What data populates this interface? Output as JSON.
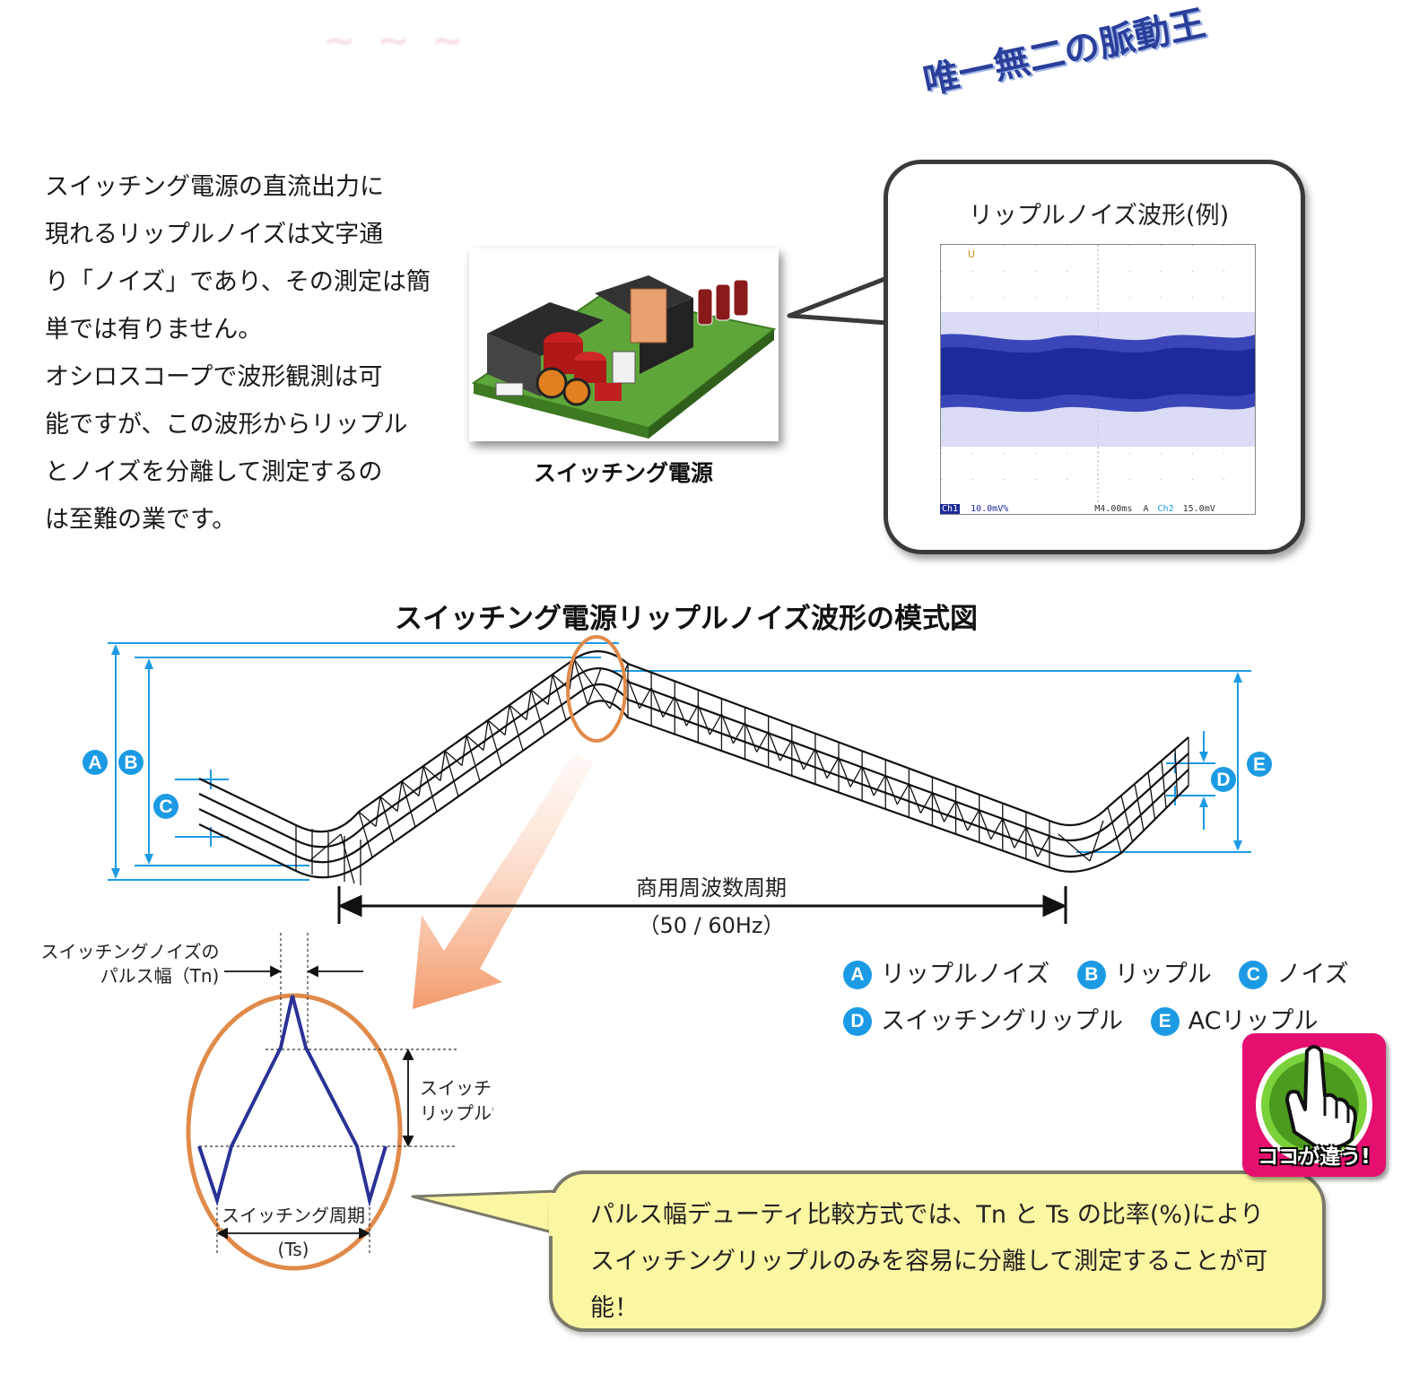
{
  "header": {
    "tagline": "唯一無二の脈動王"
  },
  "intro": {
    "lines": [
      "スイッチング電源の直流出力に",
      "現れるリップルノイズは文字通",
      "り「ノイズ」であり、その測定は簡",
      "単では有りません。",
      "オシロスコープで波形観測は可",
      "能ですが、この波形からリップル",
      "とノイズを分離して測定するの",
      "は至難の業です。"
    ]
  },
  "product": {
    "caption": "スイッチング電源"
  },
  "scope_bubble": {
    "title": "リップルノイズ波形(例)",
    "status": {
      "channel": "Ch1",
      "scale": "10.0mV%",
      "time": "M4.00ms",
      "trigger_mode": "A",
      "trigger_ch": "Ch2",
      "trigger_level": "15.0mV"
    }
  },
  "diagram": {
    "title": "スイッチング電源リップルノイズ波形の模式図",
    "period_label": "商用周波数周期",
    "period_freq": "（50 / 60Hz）",
    "markers": [
      "A",
      "B",
      "C",
      "D",
      "E"
    ]
  },
  "legend": [
    {
      "key": "A",
      "label": "リップルノイズ"
    },
    {
      "key": "B",
      "label": "リップル"
    },
    {
      "key": "C",
      "label": "ノイズ"
    },
    {
      "key": "D",
      "label": "スイッチングリップル"
    },
    {
      "key": "E",
      "label": "ACリップル"
    }
  ],
  "detail": {
    "pulse_width_label_1": "スイッチングノイズの",
    "pulse_width_label_2": "パルス幅（Tn)",
    "ripple_voltage_1": "スイッチング",
    "ripple_voltage_2": "リップル電圧",
    "period_1": "スイッチング周期",
    "period_2": "(Ts)"
  },
  "callout": {
    "text": "パルス幅デューティ比較方式では、Tn と Ts の比率(%)によりスイッチングリップルのみを容易に分離して測定することが可能！"
  },
  "badge": {
    "text": "ココが違う!"
  },
  "colors": {
    "accent_blue": "#1c9be4",
    "orange": "#e08a4a",
    "waveform_blue": "#2a3296",
    "badge_pink": "#e40f6e",
    "callout_yellow": "#fbf6a2"
  }
}
